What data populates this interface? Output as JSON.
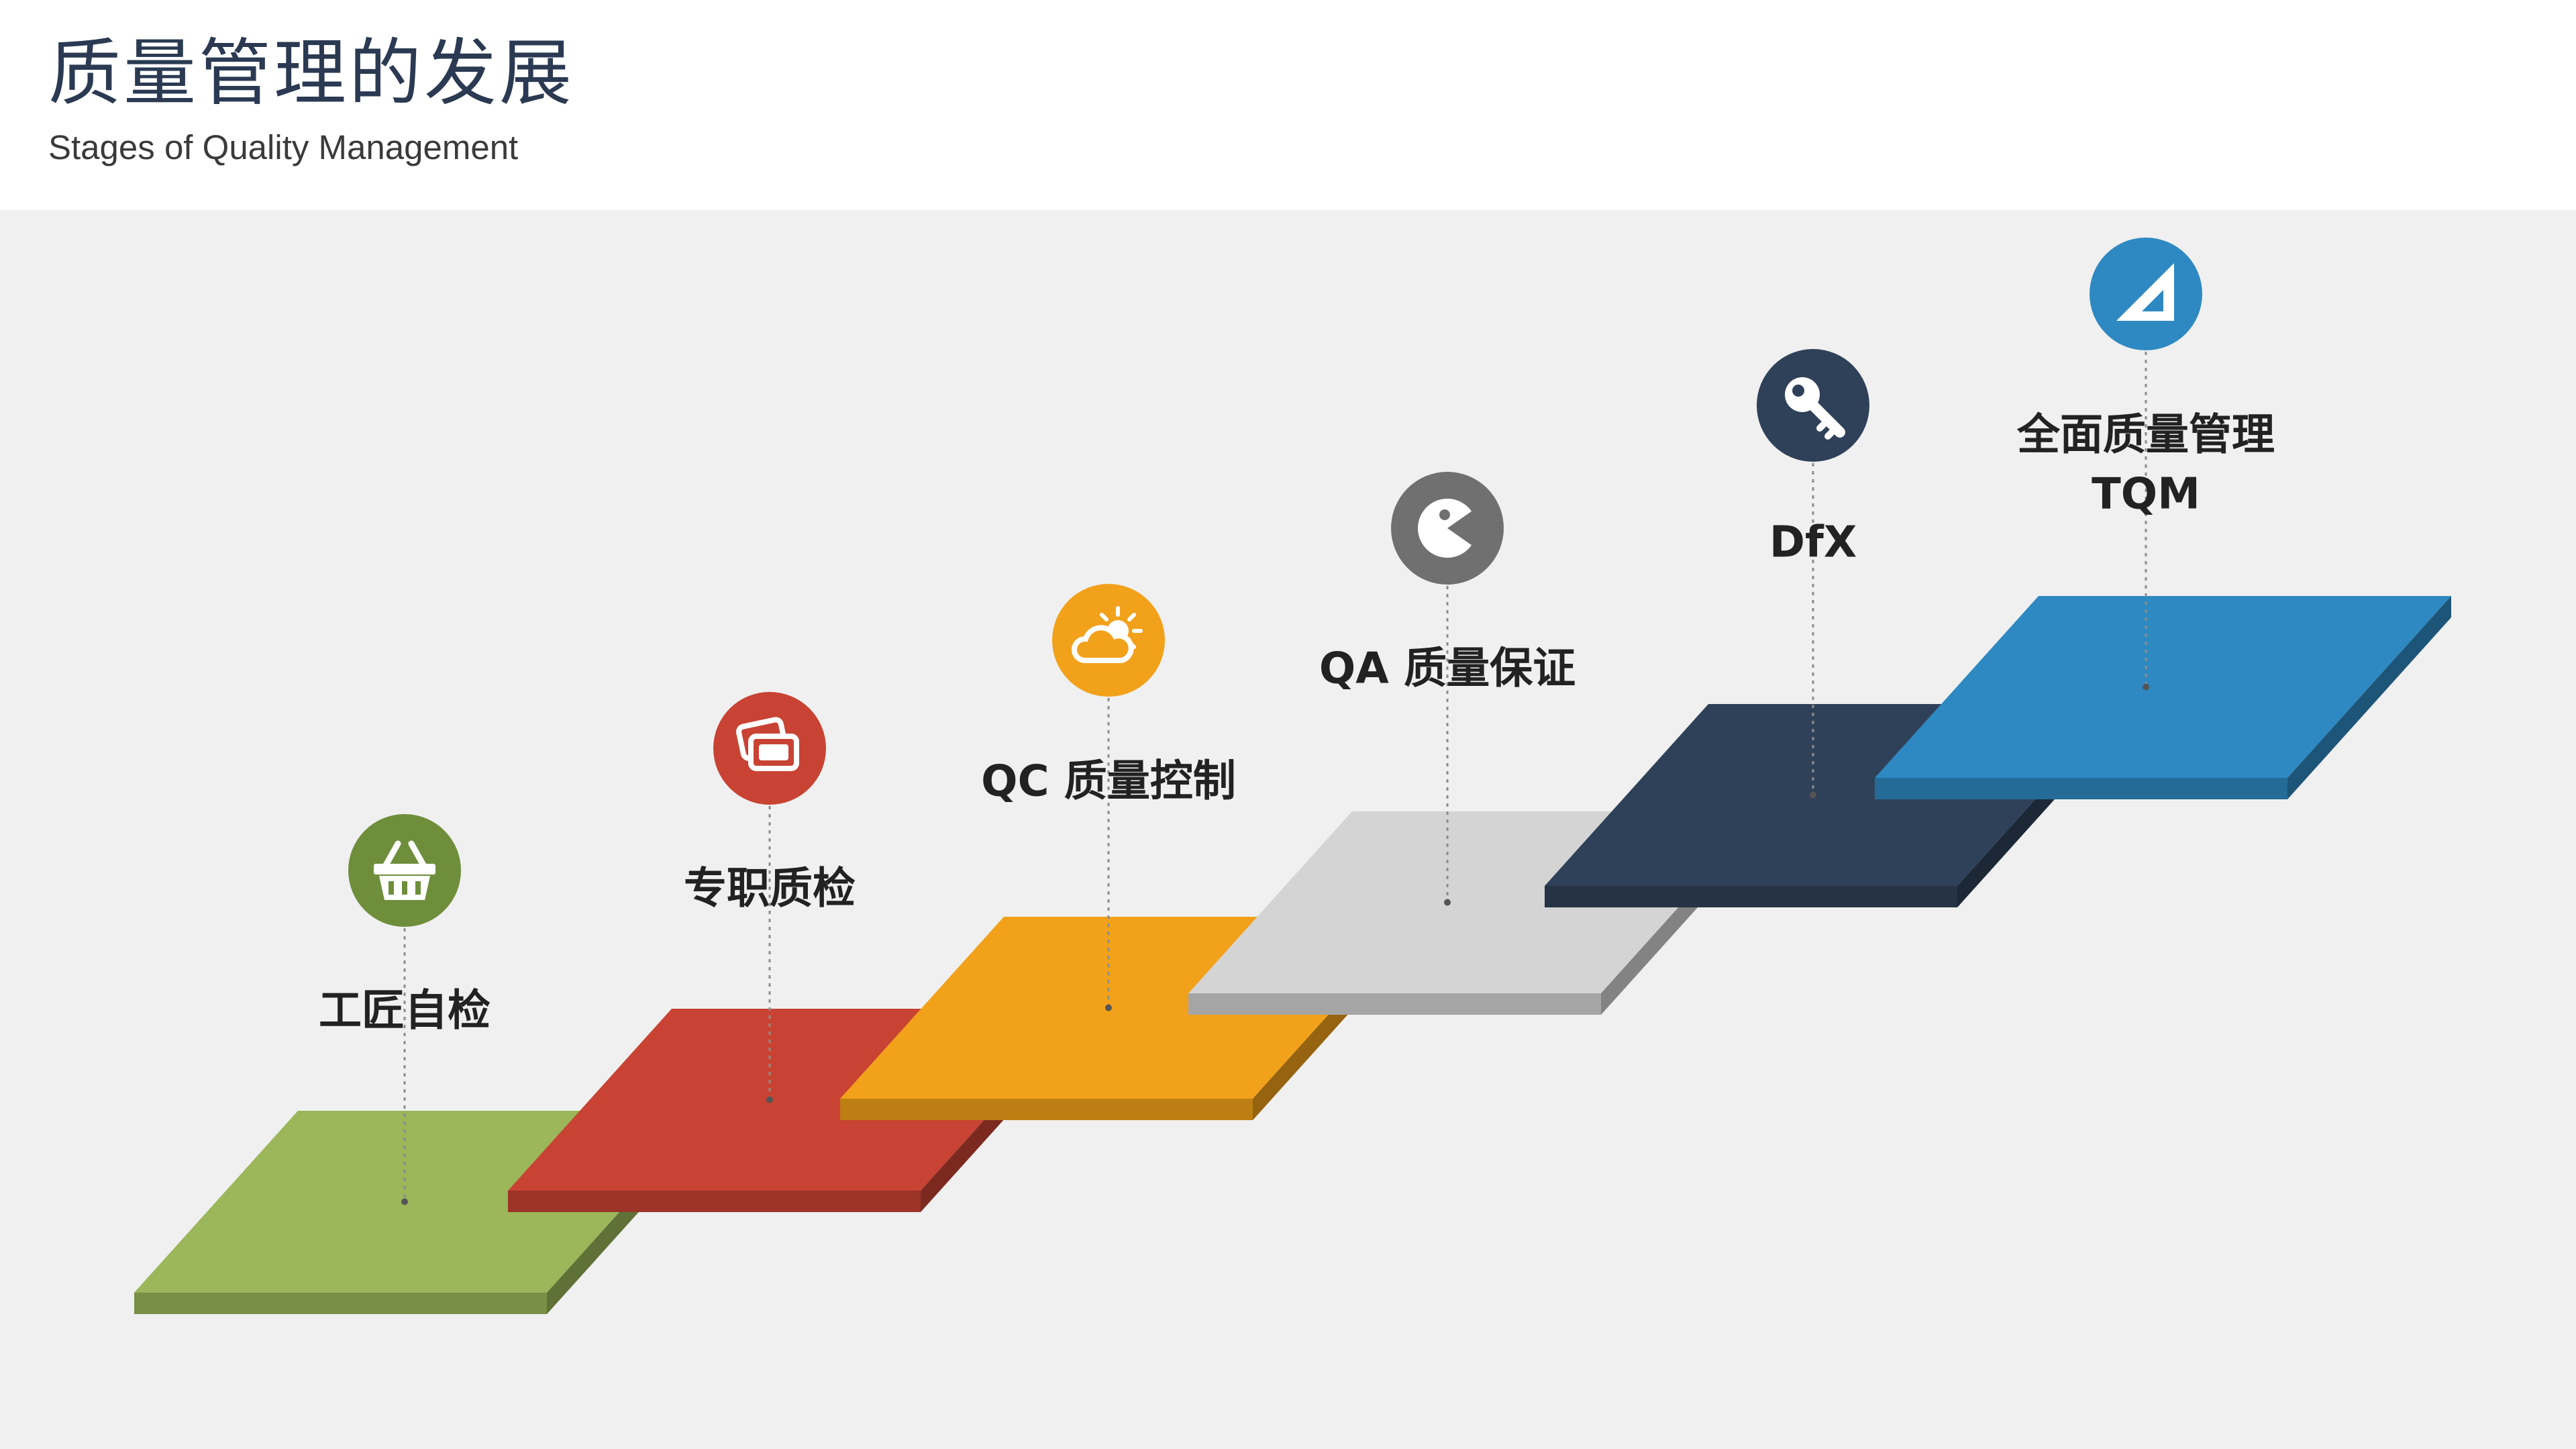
{
  "header": {
    "title": "质量管理的发展",
    "subtitle": "Stages of Quality Management"
  },
  "stages": [
    {
      "label_lines": [
        "工匠自检"
      ],
      "icon": "basket-icon",
      "color": "#9bb75a",
      "icon_color": "#6f8e3c"
    },
    {
      "label_lines": [
        "专职质检"
      ],
      "icon": "cards-icon",
      "color": "#c84333",
      "icon_color": "#c84333"
    },
    {
      "label_lines": [
        "QC 质量控制"
      ],
      "icon": "cloud-sun-icon",
      "color": "#f2a11a",
      "icon_color": "#f2a11a"
    },
    {
      "label_lines": [
        "QA 质量保证"
      ],
      "icon": "pacman-icon",
      "color": "#d4d4d4",
      "icon_color": "#707070"
    },
    {
      "label_lines": [
        "DfX"
      ],
      "icon": "key-icon",
      "color": "#2f4159",
      "icon_color": "#2f4159"
    },
    {
      "label_lines": [
        "全面质量管理",
        "TQM"
      ],
      "icon": "triangle-ruler-icon",
      "color": "#2e89c2",
      "icon_color": "#2e89c2"
    }
  ]
}
